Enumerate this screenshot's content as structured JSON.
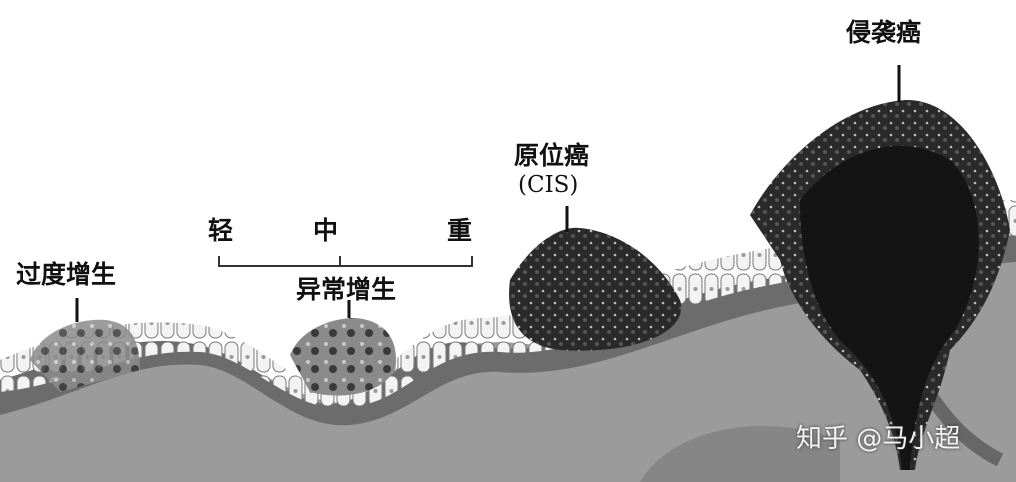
{
  "diagram": {
    "title": "",
    "stages": [
      {
        "id": "hyperplasia",
        "label": "过度增生"
      },
      {
        "id": "dysplasia",
        "label": "异常增生",
        "grades": [
          {
            "label": "轻"
          },
          {
            "label": "中"
          },
          {
            "label": "重"
          }
        ]
      },
      {
        "id": "cis",
        "label": "原位癌",
        "sublabel": "(CIS)"
      },
      {
        "id": "invasive",
        "label": "侵袭癌"
      }
    ],
    "watermark": "知乎 @马小超",
    "colors": {
      "background": "#ffffff",
      "text": "#111111",
      "basement_layer": "#6f6f6f",
      "stroma": "#9a9a9a",
      "normal_cells": "#f2f2f2",
      "tumor": "#1a1a1a"
    }
  }
}
